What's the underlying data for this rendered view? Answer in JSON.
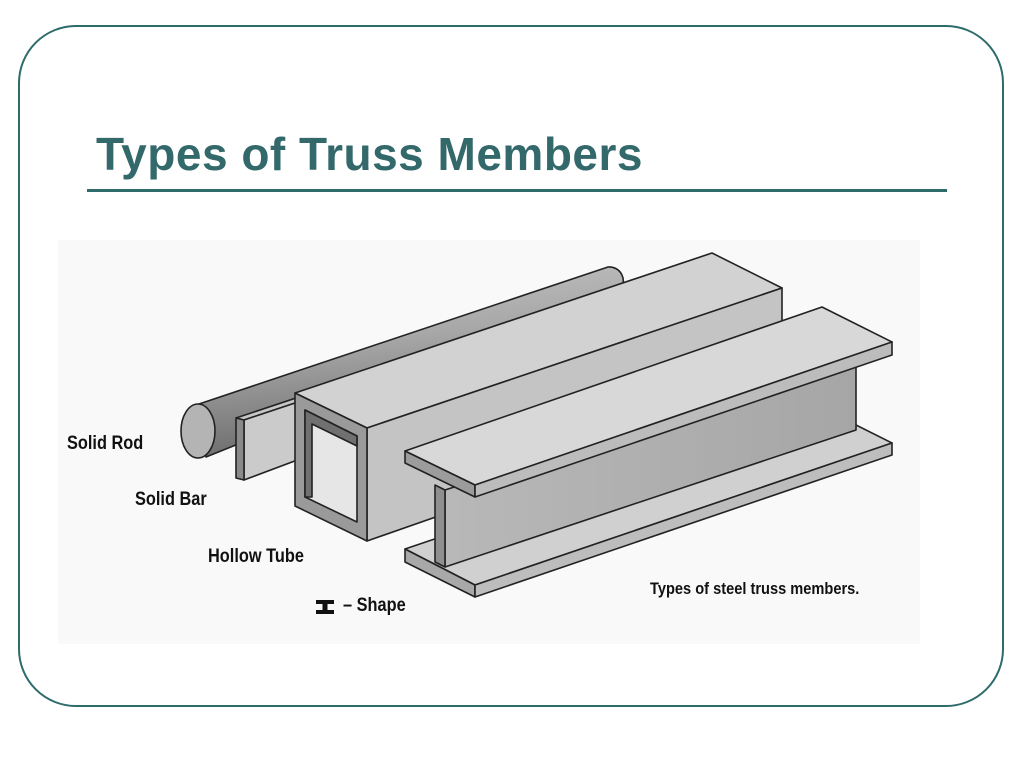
{
  "slide": {
    "title": "Types of Truss Members"
  },
  "figure": {
    "labels": {
      "solid_rod": "Solid Rod",
      "solid_bar": "Solid Bar",
      "hollow_tube": "Hollow Tube",
      "i_shape": "– Shape"
    },
    "caption": "Types of steel truss members.",
    "icons": {
      "i_shape_glyph": "i-beam-icon"
    }
  },
  "colors": {
    "accent": "#2e6b6b",
    "title": "#33696b"
  }
}
